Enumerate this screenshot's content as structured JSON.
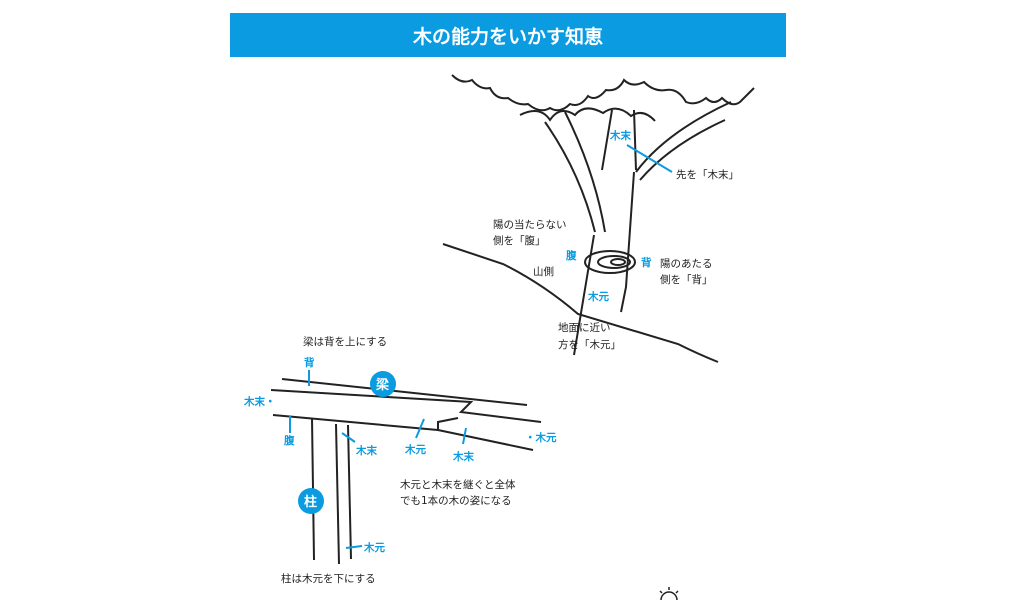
{
  "title": "木の能力をいかす知恵",
  "tree": {
    "komatsu": "木末",
    "komatsu_note": "先を「木末」",
    "hara_note1": "陽の当たらない",
    "hara_note2": "側を「腹」",
    "hara": "腹",
    "yamagawa": "山側",
    "se": "背",
    "se_note1": "陽のあたる",
    "se_note2": "側を「背」",
    "kimoto": "木元",
    "kimoto_note1": "地面に近い",
    "kimoto_note2": "方を「木元」"
  },
  "beam": {
    "caption": "梁は背を上にする",
    "se": "背",
    "circle": "梁",
    "komatsu_left": "木末・",
    "hara": "腹",
    "komatsu_1": "木末",
    "kimoto_1": "木元",
    "komatsu_2": "木末",
    "kimoto_right": "・木元",
    "joint_note1": "木元と木末を継ぐと全体",
    "joint_note2": "でも1本の木の姿になる"
  },
  "pillar": {
    "circle": "柱",
    "kimoto": "木元",
    "caption": "柱は木元を下にする"
  },
  "colors": {
    "accent": "#0a9be0"
  }
}
